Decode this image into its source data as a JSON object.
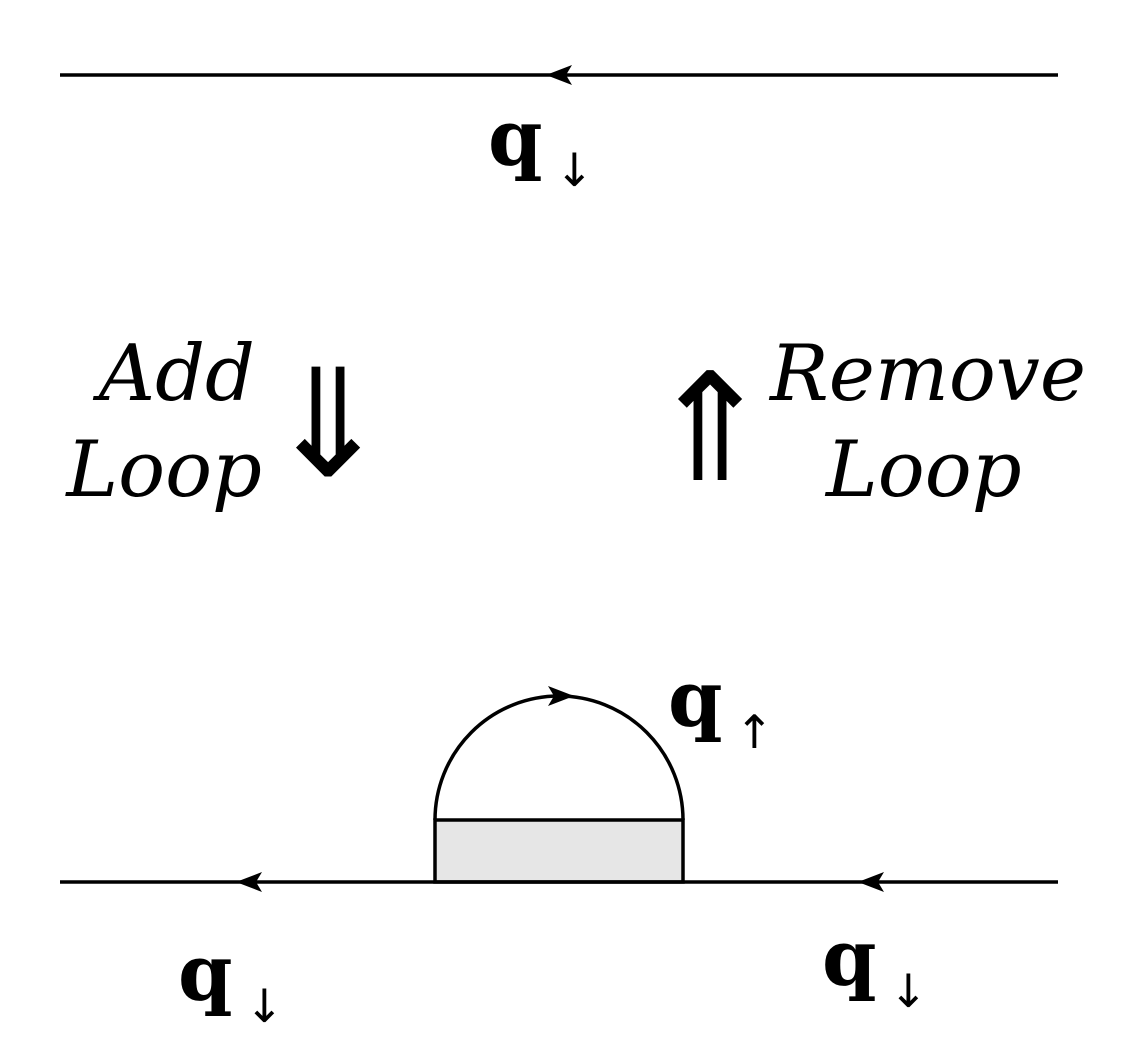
{
  "top": {
    "label": "q",
    "label_sub": "↓"
  },
  "add": {
    "line1": "Add",
    "line2": "Loop",
    "arrow": "⇓"
  },
  "remove": {
    "line1": "Remove",
    "line2": "Loop",
    "arrow": "⇑"
  },
  "bottom": {
    "loop_label": "q",
    "loop_label_sub": "↑",
    "left_label": "q",
    "left_label_sub": "↓",
    "right_label": "q",
    "right_label_sub": "↓"
  },
  "colors": {
    "line": "#000000",
    "box_fill": "#e6e6e6",
    "background": "#ffffff"
  }
}
